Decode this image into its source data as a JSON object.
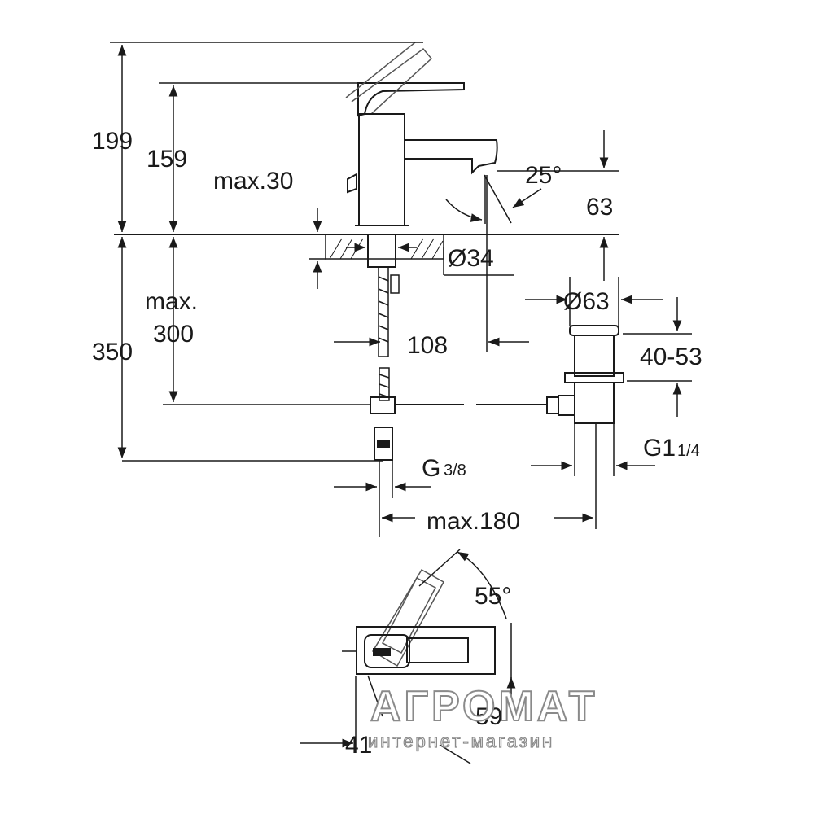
{
  "dimensions": {
    "total_height": "199",
    "spout_height": "159",
    "max_deck_thickness": "max.30",
    "spout_angle": "25°",
    "spout_outlet_height": "63",
    "hole_diameter": "Ø34",
    "max_below_label": "max.",
    "max_below_value": "300",
    "total_below": "350",
    "spout_reach": "108",
    "waste_diameter": "Ø63",
    "waste_range": "40-53",
    "waste_thread": "G1",
    "waste_thread_fraction": "1/4",
    "supply_thread": "G",
    "supply_thread_fraction": "3/8",
    "max_lateral": "max.180",
    "lever_angle": "55°",
    "top_dim_right": "59",
    "top_dim_left": "41"
  },
  "colors": {
    "line": "#1a1a1a",
    "background": "#ffffff",
    "watermark_outline": "#8a8a8a"
  },
  "watermark": {
    "title": "АГРОМАТ",
    "subtitle": "интернет-магазин"
  }
}
